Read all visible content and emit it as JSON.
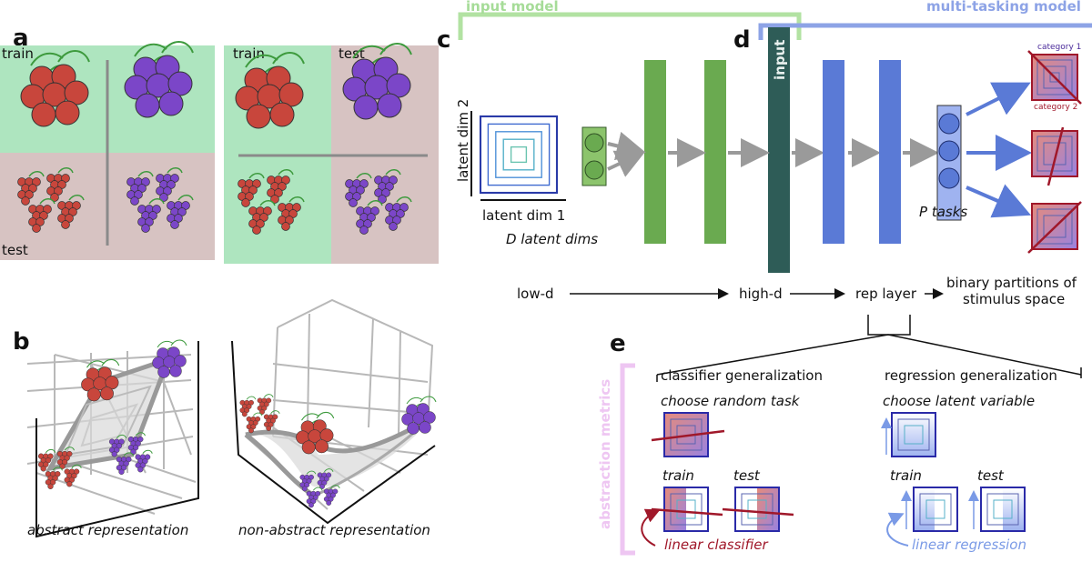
{
  "panels": {
    "a": {
      "letter": "a",
      "left_grid": {
        "train": "train",
        "test": "test"
      },
      "right_grid": {
        "train": "train",
        "test": "test"
      }
    },
    "b": {
      "letter": "b",
      "abstract_label": "abstract representation",
      "nonabstract_label": "non-abstract representation"
    },
    "c": {
      "letter": "c",
      "input_model_label": "input model",
      "latent_dim_1": "latent dim 1",
      "latent_dim_2": "latent dim 2",
      "d_latent_dims": "D latent dims",
      "low_d": "low-d",
      "high_d": "high-d"
    },
    "d": {
      "letter": "d",
      "multitask_label": "multi-tasking model",
      "input_label": "input",
      "p_tasks": "P tasks",
      "category_1": "category 1",
      "category_2": "category 2",
      "rep_layer": "rep layer",
      "binary_partitions_line1": "binary partitions of",
      "binary_partitions_line2": "stimulus space"
    },
    "e": {
      "letter": "e",
      "abstraction_metrics": "abstraction metrics",
      "classifier_generalization": "classifier generalization",
      "regression_generalization": "regression generalization",
      "choose_random_task": "choose random task",
      "choose_latent_variable": "choose latent variable",
      "train": "train",
      "test": "test",
      "linear_classifier": "linear classifier",
      "linear_regression": "linear regression"
    }
  },
  "colors": {
    "train_bg": "#aee5bf",
    "test_bg": "#d7c3c2",
    "green_layer": "#6aaa50",
    "dark_input": "#2e5c57",
    "blue_layer": "#5a7ad6",
    "red_fruit": "#c8463c",
    "purple_fruit": "#7b46c8",
    "input_model_bar": "#b2e2a2",
    "multitask_bar": "#8da3e6",
    "metrics_bar": "#eec6f2",
    "classifier_red": "#a0182a",
    "regression_blue": "#7a9ae6"
  }
}
